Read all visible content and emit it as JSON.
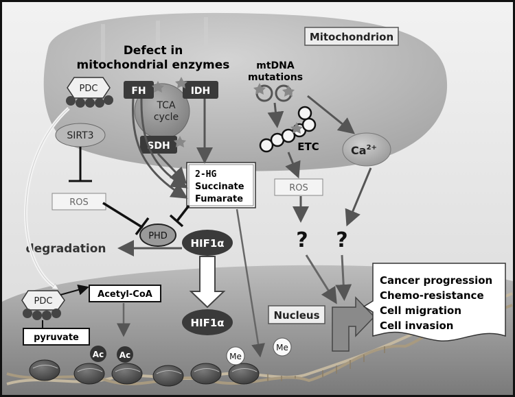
{
  "mitochondrion": {
    "label": "Mitochondrion"
  },
  "defect": {
    "line1": "Defect in",
    "line2": "mitochondrial enzymes"
  },
  "pdc": "PDC",
  "enzymes": {
    "fh": "FH",
    "idh": "IDH",
    "sdh": "SDH"
  },
  "tca": {
    "line1": "TCA",
    "line2": "cycle"
  },
  "mtdna": {
    "line1": "mtDNA",
    "line2": "mutations"
  },
  "etc": "ETC",
  "calcium": {
    "base": "Ca",
    "sup": "2+"
  },
  "sirt3": "SIRT3",
  "ros": "ROS",
  "metabolites": [
    "2-HG",
    "Succinate",
    "Fumarate"
  ],
  "phd": "PHD",
  "degradation": "degradation",
  "hif": "HIF1α",
  "question_mark": "?",
  "nucleus": "Nucleus",
  "acetyl_coa": "Acetyl-CoA",
  "pyruvate": "pyruvate",
  "ac": "Ac",
  "me": "Me",
  "outcomes": [
    "Cancer progression",
    "Chemo-resistance",
    "Cell migration",
    "Cell invasion"
  ],
  "colors": {
    "background": "#e6e6e6",
    "mitochondrion": "#bdbdbd",
    "arrow": "#555555",
    "dark_box": "#3a3a3a",
    "nucleus_top": "#b5b5b5",
    "nucleus_bottom": "#6e6e6e"
  }
}
